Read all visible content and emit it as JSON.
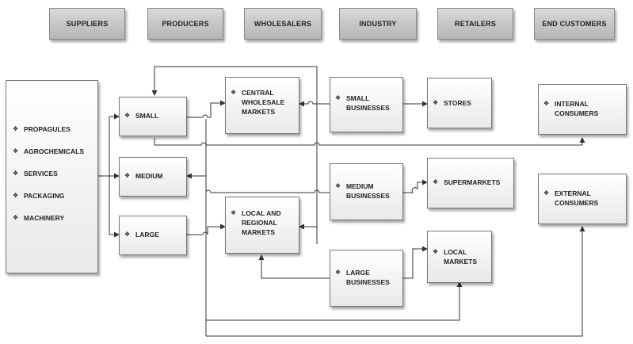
{
  "headers": [
    "SUPPLIERS",
    "PRODUCERS",
    "WHOLESALERS",
    "INDUSTRY",
    "RETAILERS",
    "END CUSTOMERS"
  ],
  "bullet": "❖",
  "inputs": [
    "PROPAGULES",
    "AGROCHEMICALS",
    "SERVICES",
    "PACKAGING",
    "MACHINERY"
  ],
  "producers": {
    "small": "SMALL",
    "medium": "MEDIUM",
    "large": "LARGE"
  },
  "wholesalers": {
    "central": "CENTRAL\nWHOLESALE\nMARKETS",
    "local": "LOCAL AND\nREGIONAL\nMARKETS"
  },
  "industry": {
    "small": "SMALL\nBUSINESSES",
    "medium": "MEDIUM\nBUSINESSES",
    "large": "LARGE\nBUSINESSES"
  },
  "retailers": {
    "stores": "STORES",
    "supermarkets": "SUPERMARKETS",
    "local_markets": "LOCAL\nMARKETS"
  },
  "customers": {
    "internal": "INTERNAL\nCONSUMERS",
    "external": "EXTERNAL\nCONSUMERS"
  },
  "colors": {
    "header_fill": "#c7c7c7",
    "box_fill": "#f2f2f2",
    "line": "#333333"
  }
}
